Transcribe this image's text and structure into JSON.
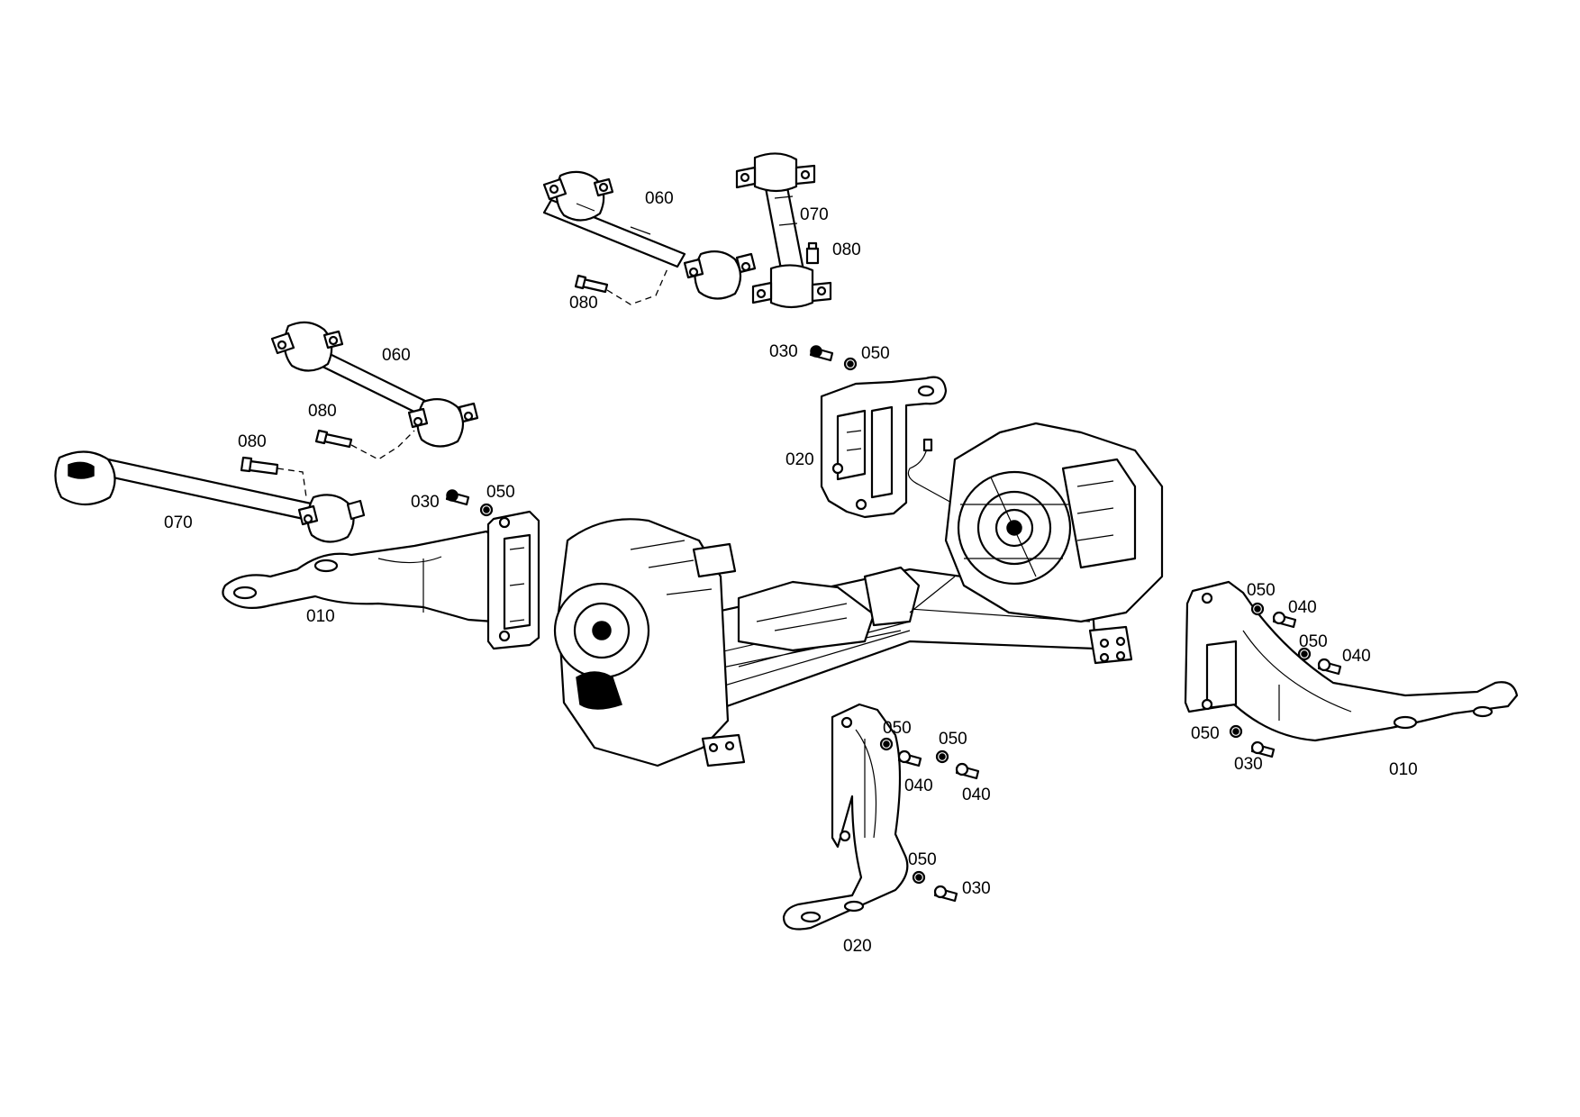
{
  "callouts": {
    "c060a": "060",
    "c070a": "070",
    "c080a": "080",
    "c080b": "080",
    "c060b": "060",
    "c080c": "080",
    "c080d": "080",
    "c070b": "070",
    "c030a": "030",
    "c050a": "050",
    "c020a": "020",
    "c030b": "030",
    "c050b": "050",
    "c010a": "010",
    "c050c": "050",
    "c040a": "040",
    "c050d": "050",
    "c040b": "040",
    "c050e": "050",
    "c030c": "030",
    "c010b": "010",
    "c050f": "050",
    "c040c": "040",
    "c050g": "050",
    "c040d": "040",
    "c050h": "050",
    "c030d": "030",
    "c020b": "020"
  }
}
